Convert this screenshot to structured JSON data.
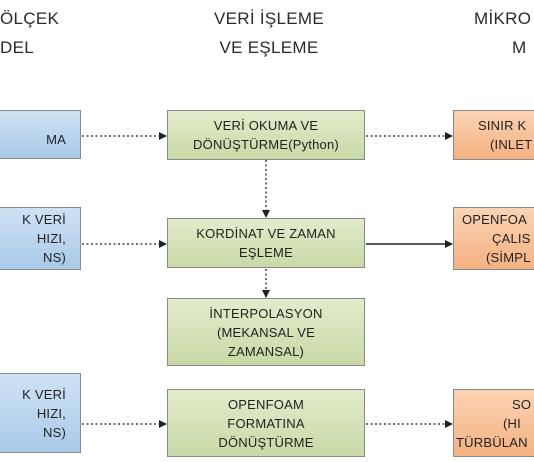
{
  "headers": {
    "left": [
      "ÖLÇEK",
      "DEL"
    ],
    "center": [
      "VERİ İŞLEME",
      "VE EŞLEME"
    ],
    "right": [
      "MİKRO",
      "M"
    ]
  },
  "blue_boxes": [
    {
      "lines": [
        "MA"
      ]
    },
    {
      "lines": [
        "K VERİ",
        "HIZI,",
        "NS)"
      ]
    },
    {
      "lines": [
        "K VERİ",
        "HIZI,",
        "NS)"
      ]
    }
  ],
  "green_boxes": [
    {
      "lines": [
        "VERİ OKUMA VE",
        "DÖNÜŞTÜRME(Python)"
      ]
    },
    {
      "lines": [
        "KORDİNAT VE ZAMAN",
        "EŞLEME"
      ]
    },
    {
      "lines": [
        "İNTERPOLASYON",
        "(MEKANSAL VE",
        "ZAMANSAL)"
      ]
    },
    {
      "lines": [
        "OPENFOAM",
        "FORMATINA",
        "DÖNÜŞTÜRME"
      ]
    }
  ],
  "orange_boxes": [
    {
      "lines": [
        "SINIR K",
        "(INLET"
      ]
    },
    {
      "lines": [
        "OPENFOA",
        "ÇALIS",
        "(SİMPL"
      ]
    },
    {
      "lines": [
        "SO",
        "(HI",
        "TÜRBÜLAN"
      ]
    }
  ],
  "colors": {
    "blue": "#a9c9e9",
    "green": "#c8d9a6",
    "orange": "#f4b181",
    "border": "#8a8a8a",
    "arrow": "#222222"
  }
}
